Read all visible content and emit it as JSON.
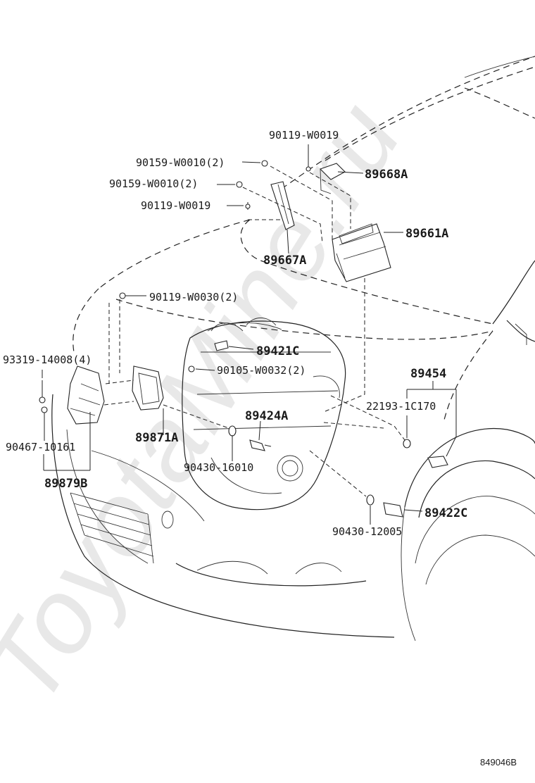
{
  "diagram_ref": "849046B",
  "watermark": "ToyotaMine.ru",
  "callouts": {
    "p_90119_w0019_top": "90119-W0019",
    "p_90159_w0010_a": "90159-W0010(2)",
    "p_90159_w0010_b": "90159-W0010(2)",
    "p_90119_w0019_mid": "90119-W0019",
    "p_89668a": "89668A",
    "p_89661a": "89661A",
    "p_89667a": "89667A",
    "p_90119_w0030": "90119-W0030(2)",
    "p_89421c": "89421C",
    "p_90105_w0032": "90105-W0032(2)",
    "p_93319_14008": "93319-14008(4)",
    "p_89454": "89454",
    "p_22193_1c170": "22193-1C170",
    "p_89424a": "89424A",
    "p_89871a": "89871A",
    "p_90467_10161": "90467-10161",
    "p_90430_16010": "90430-16010",
    "p_89879b": "89879B",
    "p_89422c": "89422C",
    "p_90430_12005": "90430-12005"
  }
}
